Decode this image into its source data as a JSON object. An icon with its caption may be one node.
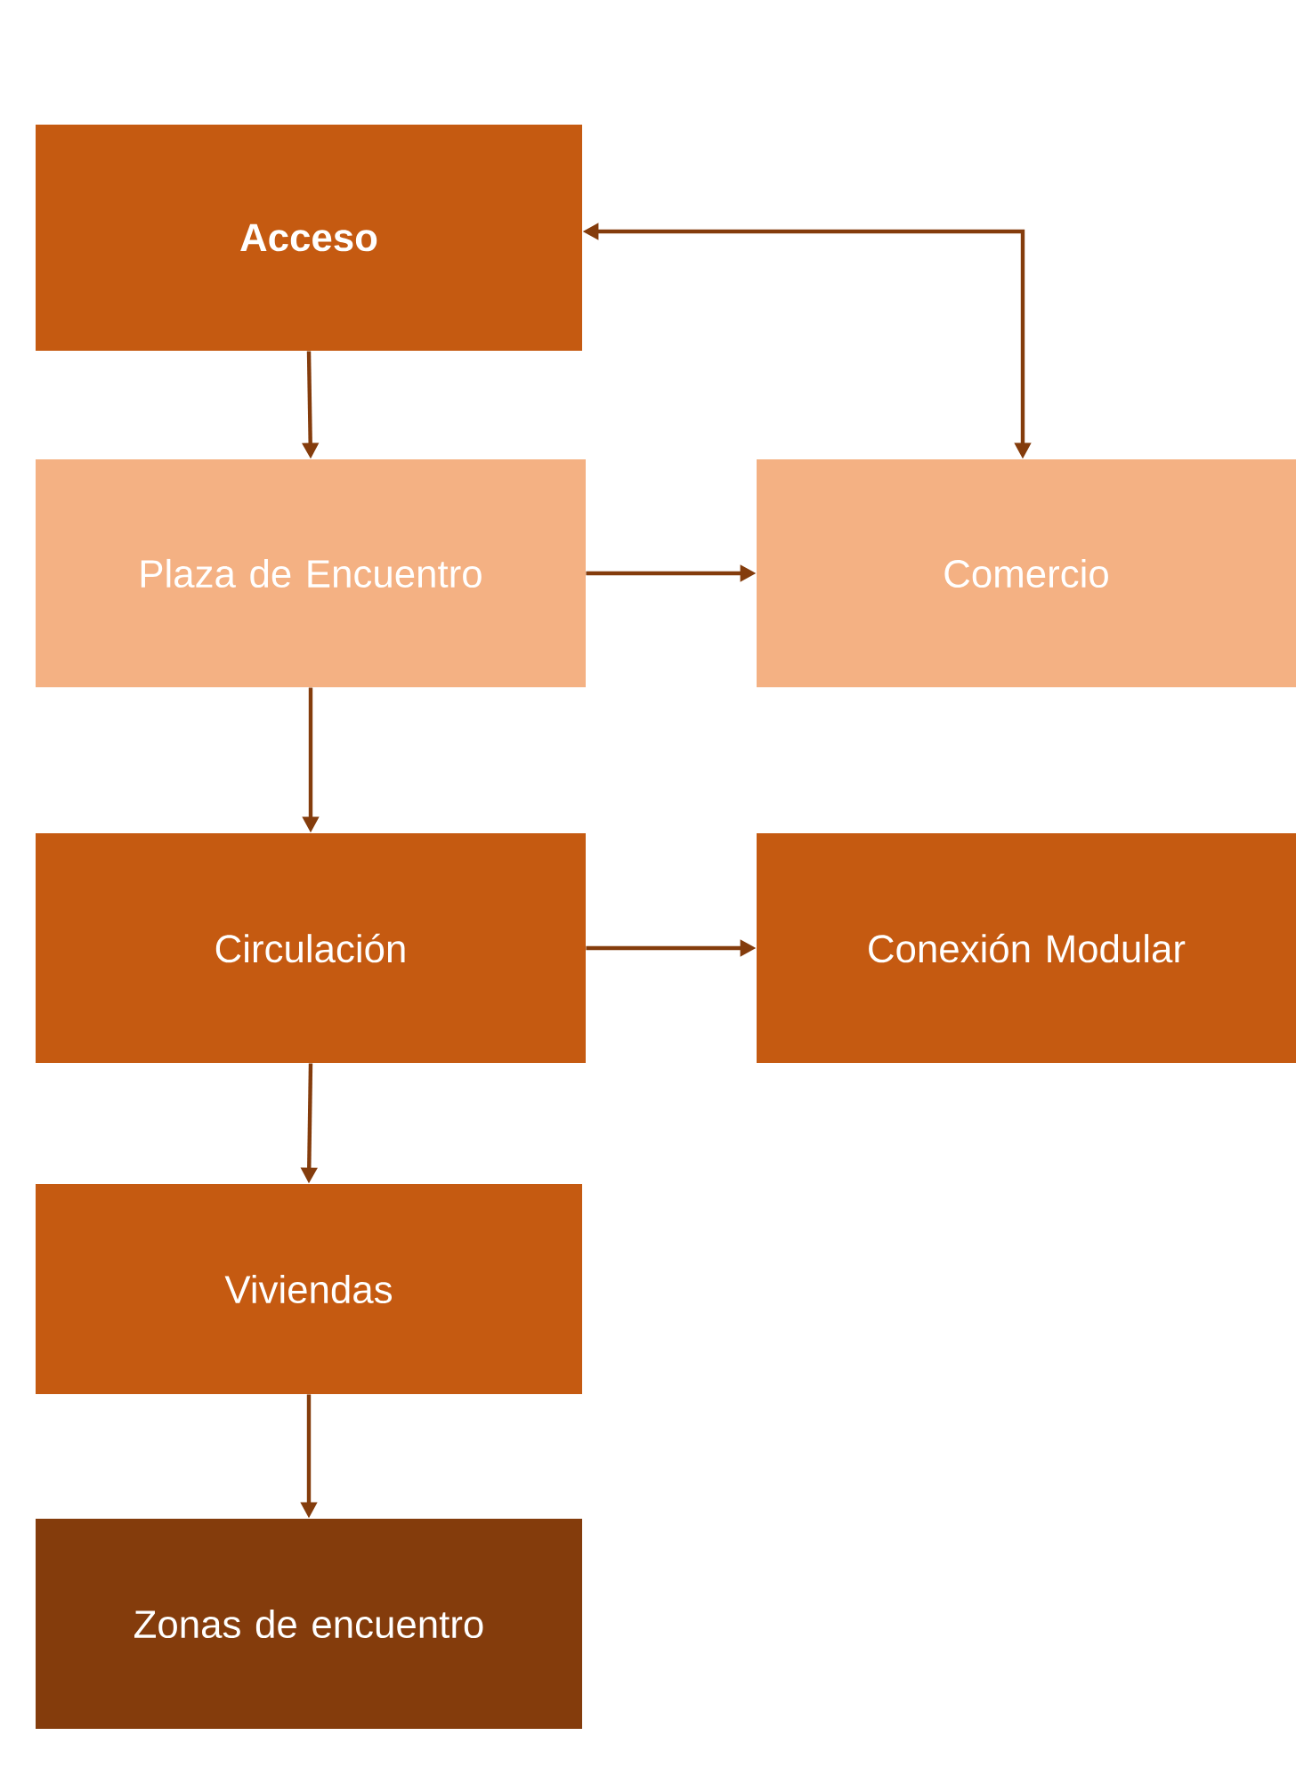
{
  "diagram": {
    "nodes": [
      {
        "text": [
          "Acceso"
        ]
      },
      {
        "text": [
          "Plaza de Encuentro"
        ]
      },
      {
        "text": [
          "Comercio"
        ]
      },
      {
        "text": [
          "Circulación"
        ]
      },
      {
        "text": [
          "Conexión Modular"
        ]
      },
      {
        "text": [
          "Viviendas"
        ]
      },
      {
        "text": [
          "Zonas de encuentro"
        ]
      }
    ],
    "edges": [
      {
        "from": 0,
        "to": 1,
        "arrow": "to"
      },
      {
        "from": 0,
        "to": 2,
        "arrow": "both"
      },
      {
        "from": 1,
        "to": 2,
        "arrow": "to"
      },
      {
        "from": 1,
        "to": 3,
        "arrow": "to"
      },
      {
        "from": 3,
        "to": 4,
        "arrow": "to"
      },
      {
        "from": 3,
        "to": 5,
        "arrow": "to"
      },
      {
        "from": 5,
        "to": 6,
        "arrow": "to"
      }
    ]
  }
}
